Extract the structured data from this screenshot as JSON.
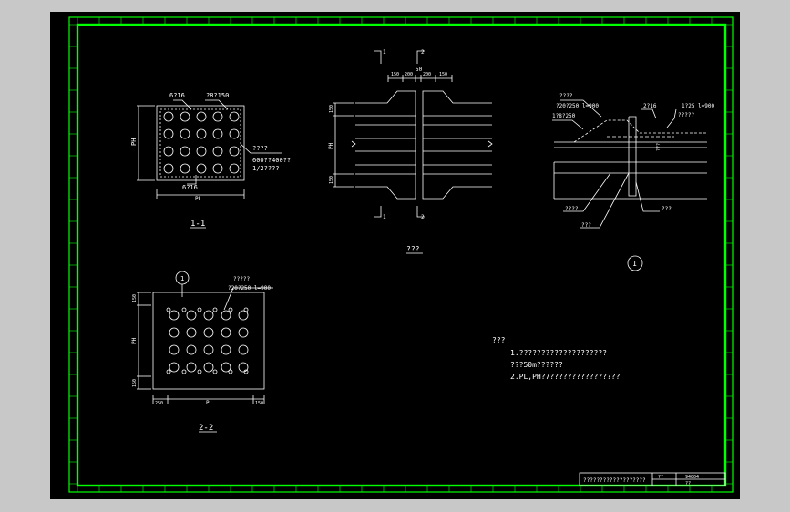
{
  "colors": {
    "background_outer": "#c8c8c8",
    "sheet": "#000000",
    "border": "#00ff00",
    "lines": "#ffffff"
  },
  "view_1_1": {
    "label_top_left": "6?16",
    "label_top_right": "?8?150",
    "label_side_1": "????",
    "label_side_2": "600??400??",
    "label_side_3": "1/2????",
    "label_bottom": "6?16",
    "dim_height": "PH",
    "dim_width": "PL",
    "title": "1-1"
  },
  "view_middle": {
    "mark_top_left": "1",
    "mark_top_right": "2",
    "mark_bottom_left": "1",
    "mark_bottom_right": "2",
    "dims_top": [
      "150",
      "200",
      "50",
      "200",
      "150"
    ],
    "dim_left_top": "150",
    "dim_left_mid": "PH",
    "dim_left_bottom": "150",
    "title": "???"
  },
  "view_detail": {
    "label_a": "????",
    "label_b": "?20?250  l=900",
    "label_c": "1?8?250",
    "label_d": "2?16",
    "label_e": "1?25  l=900",
    "label_f": "?????",
    "label_side": "???",
    "label_bottom_1": "???",
    "label_bottom_2": "???",
    "label_bottom_3": "????",
    "number": "1"
  },
  "view_2_2": {
    "axis_mark": "1",
    "label_top_1": "?????",
    "label_top_2": "?20?250  l=900",
    "dim_left_top": "150",
    "dim_left_mid": "PH",
    "dim_left_bottom": "150",
    "dim_bottom_left": "250",
    "dim_bottom_mid": "PL",
    "dim_bottom_right": "150",
    "title": "2-2"
  },
  "notes": {
    "heading": "???",
    "line1": "1.????????????????????",
    "line2": "???50m??????",
    "line3": "2.PL,PH?7????????????????"
  },
  "title_block": {
    "name": "???????????????????",
    "code_1": "??",
    "code_2": "94004",
    "page": "??"
  }
}
